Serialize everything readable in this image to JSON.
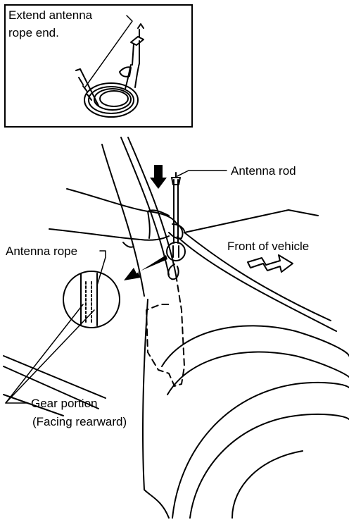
{
  "inset": {
    "caption_line1": "Extend antenna",
    "caption_line2": "rope end."
  },
  "labels": {
    "antenna_rod": "Antenna rod",
    "front_of_vehicle": "Front of vehicle",
    "antenna_rope": "Antenna rope",
    "gear_portion": "Gear portion",
    "facing_rearward": "(Facing rearward)"
  }
}
